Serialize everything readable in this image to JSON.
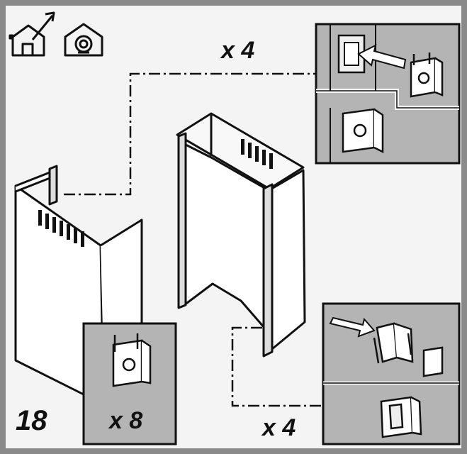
{
  "step_number": "18",
  "labels": {
    "qty_top": "x 4",
    "qty_bottom_left": "x 8",
    "qty_bottom_right": "x 4"
  },
  "icons": [
    "house-outdoor-vent-icon",
    "house-recirculation-icon"
  ],
  "colors": {
    "frame": "#8a8a8a",
    "paper": "#f4f4f4",
    "inset_bg": "#b4b4b4",
    "line": "#111111"
  }
}
